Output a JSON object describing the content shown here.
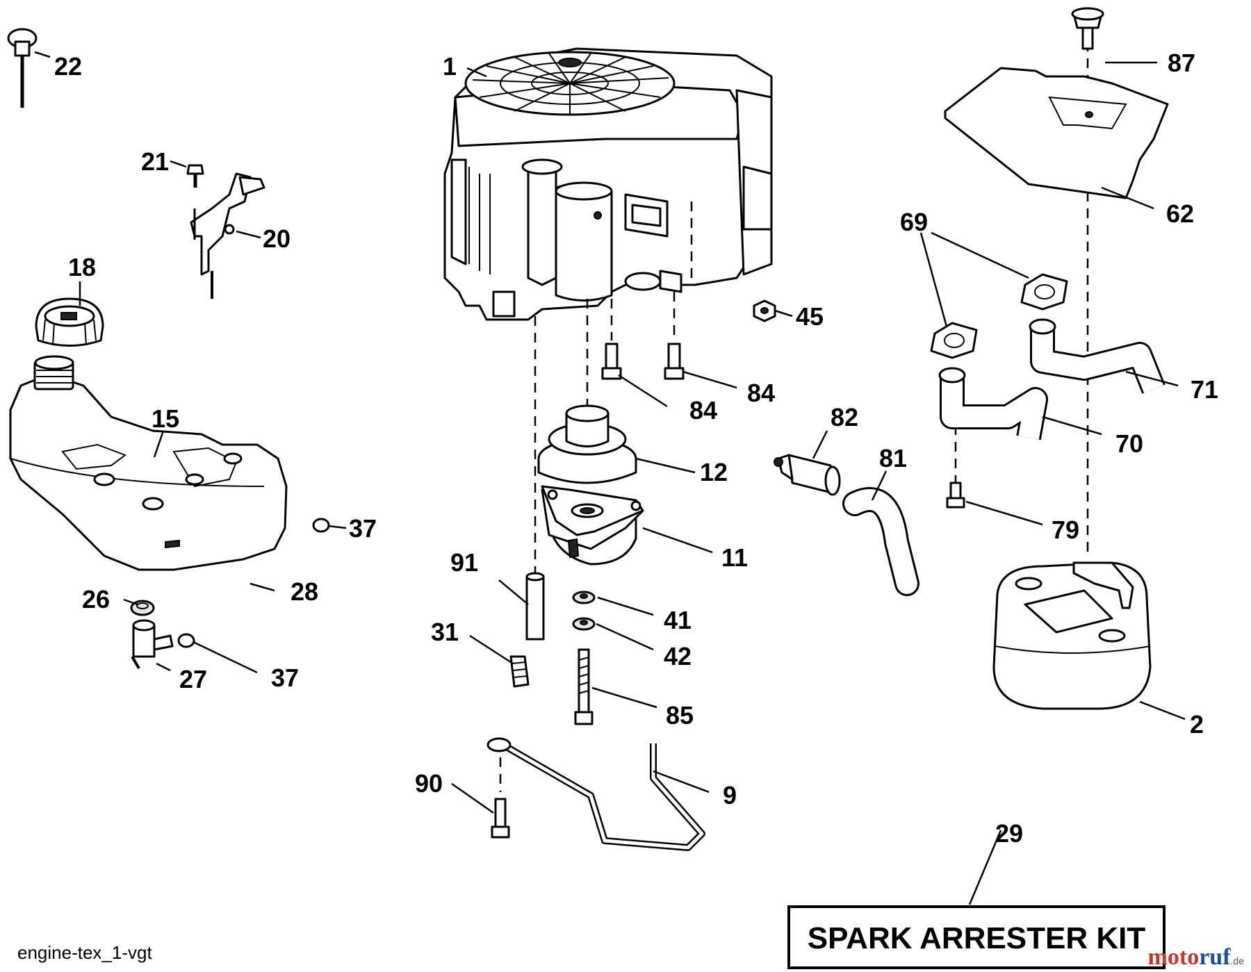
{
  "callouts": {
    "c1": "1",
    "c2": "2",
    "c9": "9",
    "c11": "11",
    "c12": "12",
    "c15": "15",
    "c18": "18",
    "c20": "20",
    "c21": "21",
    "c22": "22",
    "c26": "26",
    "c27": "27",
    "c28": "28",
    "c29": "29",
    "c31": "31",
    "c37a": "37",
    "c37b": "37",
    "c41": "41",
    "c42": "42",
    "c45": "45",
    "c62": "62",
    "c69": "69",
    "c70": "70",
    "c71": "71",
    "c79": "79",
    "c81": "81",
    "c82": "82",
    "c84a": "84",
    "c84b": "84",
    "c85": "85",
    "c87": "87",
    "c90": "90",
    "c91": "91"
  },
  "kit_label": "SPARK ARRESTER KIT",
  "caption": "engine-tex_1-vgt",
  "watermark": {
    "brand": "moto",
    "brand_accent": "ruf",
    "domain": ".de"
  }
}
